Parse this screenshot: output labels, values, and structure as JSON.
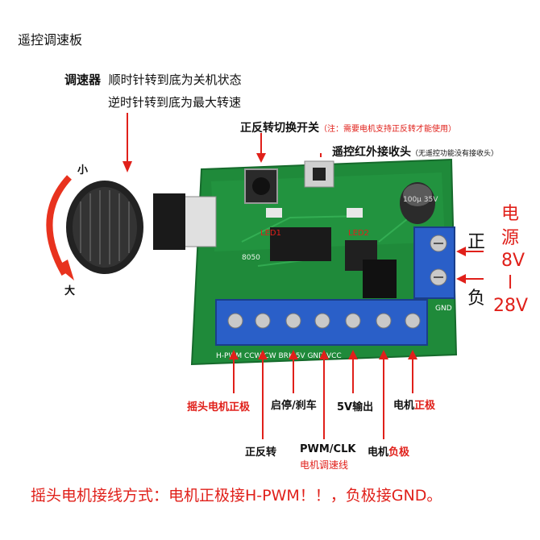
{
  "title": "遥控调速板",
  "knob": {
    "name": "调速器",
    "line1": "顺时针转到底为关机状态",
    "line2": "逆时针转到底为最大转速",
    "small": "小",
    "large": "大"
  },
  "switch_label": {
    "main": "正反转切换开关",
    "note": "（注：需要电机支持正反转才能使用）"
  },
  "ir_label": {
    "main": "遥控红外接收头",
    "note": "（无遥控功能没有接收头）"
  },
  "power": {
    "chars": [
      "电",
      "源",
      "8V",
      "l",
      "28V"
    ],
    "positive": "正",
    "negative": "负"
  },
  "board_silk": {
    "terminals": "H-PWM  CCW/CW  BRK    5V  GND  VCC",
    "gnd": "GND",
    "led1": "LED1",
    "led2": "LED2",
    "cap": "100μ 35V",
    "transistor": "8050"
  },
  "bottom_labels": {
    "motor_pos_swing": "摇头电机正极",
    "start_stop": "启停/刹车",
    "out_5v": "5V输出",
    "motor": "电机",
    "pos": "正极",
    "fwd_rev": "正反转",
    "pwm_clk": "PWM/CLK",
    "speed_line": "电机调速线",
    "motor2": "电机",
    "neg": "负极"
  },
  "bottom_line": "摇头电机接线方式：电机正极接H-PWM！！，负极接GND。",
  "colors": {
    "accent_red": "#e0201a",
    "pcb_green": "#1f8a3a",
    "terminal_blue": "#2a5fc8"
  }
}
